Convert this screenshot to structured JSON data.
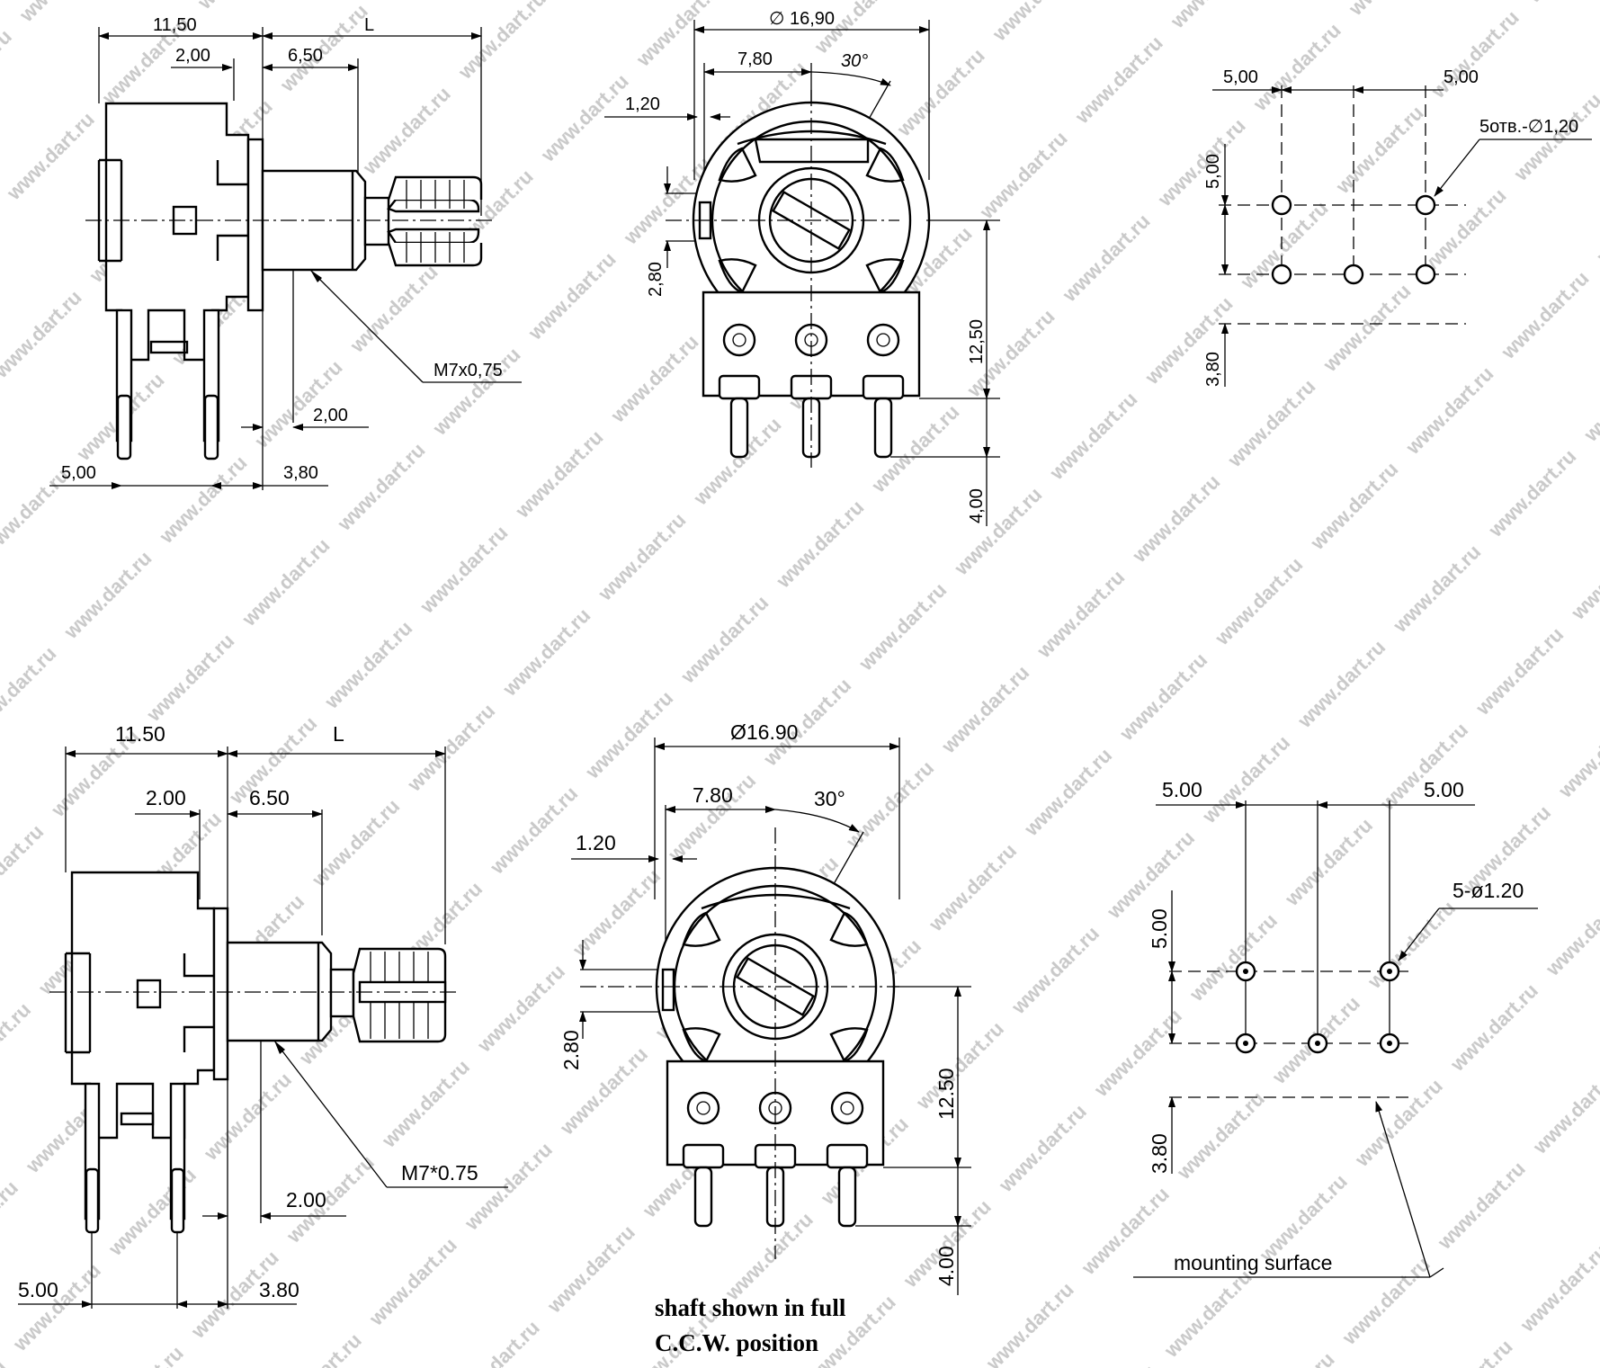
{
  "top_side_view": {
    "dim_body_width": "11,50",
    "dim_shaft_length": "L",
    "dim_flange": "2,00",
    "dim_bushing": "6,50",
    "dim_thread": "M7x0,75",
    "dim_bottom_offset": "2,00",
    "dim_pin_pitch": "5,00",
    "dim_pin_offset": "3,80"
  },
  "top_front_view": {
    "dim_diameter": "∅ 16,90",
    "dim_half_width": "7,80",
    "dim_angle": "30°",
    "dim_tab_width": "1,20",
    "dim_tab_height": "2,80",
    "dim_axis_height": "12,50",
    "dim_pin_length": "4,00"
  },
  "top_pcb_layout": {
    "dim_pitch_left": "5,00",
    "dim_pitch_right": "5,00",
    "dim_holes": "5отв.-∅1,20",
    "dim_row_spacing": "5,00",
    "dim_surface_offset": "3,80"
  },
  "bottom_side_view": {
    "dim_body_width": "11.50",
    "dim_shaft_length": "L",
    "dim_flange": "2.00",
    "dim_bushing": "6.50",
    "dim_thread": "M7*0.75",
    "dim_bottom_offset": "2.00",
    "dim_pin_pitch": "5.00",
    "dim_pin_offset": "3.80"
  },
  "bottom_front_view": {
    "dim_diameter": "Ø16.90",
    "dim_half_width": "7.80",
    "dim_angle": "30°",
    "dim_tab_width": "1.20",
    "dim_tab_height": "2.80",
    "dim_axis_height": "12.50",
    "dim_pin_length": "4.00",
    "note_line1": "shaft shown in full",
    "note_line2": "C.C.W. position"
  },
  "bottom_pcb_layout": {
    "dim_pitch_left": "5.00",
    "dim_pitch_right": "5.00",
    "dim_holes": "5-ø1.20",
    "dim_row_spacing": "5.00",
    "dim_surface_offset": "3.80",
    "label_mounting_surface": "mounting surface"
  },
  "watermark": "www.dart.ru",
  "colors": {
    "line": "#000000",
    "background": "#ffffff",
    "watermark": "#cccccc"
  }
}
